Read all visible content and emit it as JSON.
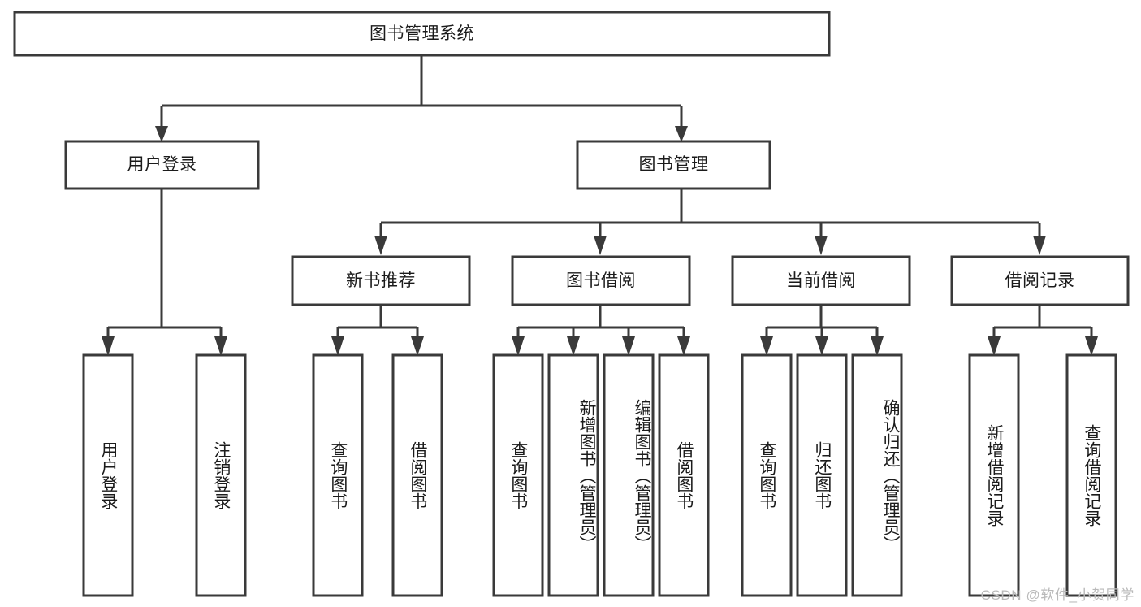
{
  "diagram": {
    "type": "tree",
    "title": "图书管理系统",
    "watermark": "CSDN @软件_小贺同学",
    "root": {
      "label": "图书管理系统"
    },
    "level1": [
      {
        "label": "用户登录"
      },
      {
        "label": "图书管理"
      }
    ],
    "level2": [
      {
        "label": "新书推荐"
      },
      {
        "label": "图书借阅"
      },
      {
        "label": "当前借阅"
      },
      {
        "label": "借阅记录"
      }
    ],
    "leaves": {
      "user_login": [
        {
          "label": "用户登录"
        },
        {
          "label": "注销登录"
        }
      ],
      "new_book": [
        {
          "label": "查询图书"
        },
        {
          "label": "借阅图书"
        }
      ],
      "book_borrow": [
        {
          "label": "查询图书"
        },
        {
          "label": "新增图书（管理员）"
        },
        {
          "label": "编辑图书（管理员）"
        },
        {
          "label": "借阅图书"
        }
      ],
      "current_borrow": [
        {
          "label": "查询图书"
        },
        {
          "label": "归还图书"
        },
        {
          "label": "确认归还（管理员）"
        }
      ],
      "borrow_record": [
        {
          "label": "新增借阅记录"
        },
        {
          "label": "查询借阅记录"
        }
      ]
    },
    "colors": {
      "stroke": "#3a3a3a",
      "fill": "#ffffff",
      "text": "#1b1b1b",
      "watermark": "#b9b9b9"
    }
  }
}
